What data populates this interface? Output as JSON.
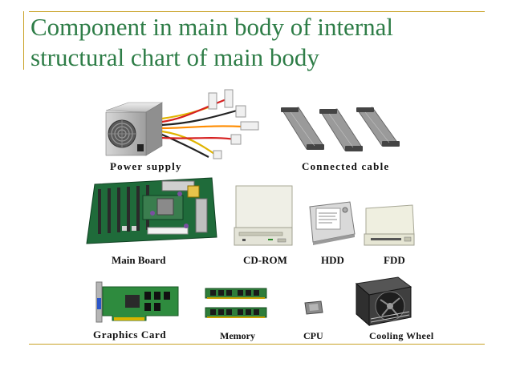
{
  "slide": {
    "title_line1": "Component in main body of internal",
    "title_line2": "structural chart of main body",
    "title_color": "#2e7d47",
    "rule_color": "#c9a227"
  },
  "components": {
    "power_supply": "Power supply",
    "connected_cable": "Connected cable",
    "main_board": "Main Board",
    "cd_rom": "CD-ROM",
    "hdd": "HDD",
    "fdd": "FDD",
    "graphics_card": "Graphics Card",
    "memory": "Memory",
    "cpu": "CPU",
    "cooling_wheel": "Cooling Wheel"
  }
}
